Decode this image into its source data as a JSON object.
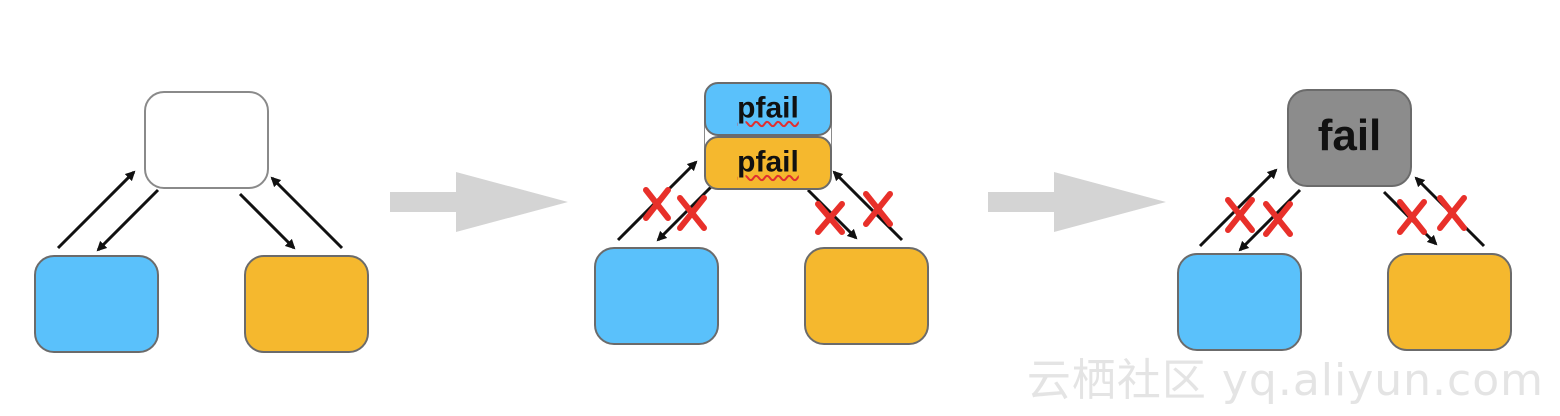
{
  "stages": [
    {
      "master_label": ""
    },
    {
      "master_labels": [
        "pfail",
        "pfail"
      ]
    },
    {
      "master_label": "fail"
    }
  ],
  "colors": {
    "replica_blue": "#5ac1fb",
    "replica_orange": "#f5b82e",
    "failed_gray": "#8c8c8c",
    "cross_red": "#e8302a",
    "transition_arrow": "#d4d4d4"
  },
  "watermark": "云栖社区 yq.aliyun.com"
}
